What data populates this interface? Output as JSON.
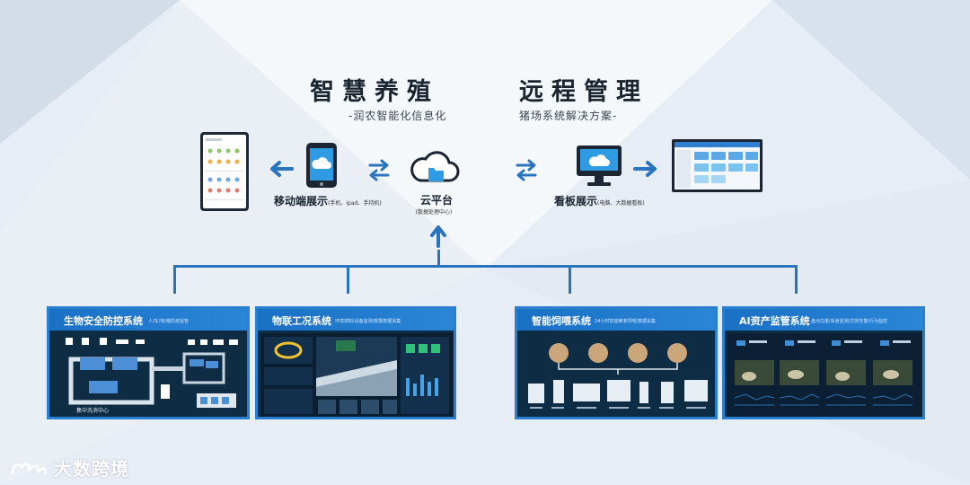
{
  "titles": {
    "left_title": "智慧养殖",
    "left_subtitle": "-润农智能化信息化",
    "right_title": "远程管理",
    "right_subtitle": "猪场系统解决方案-"
  },
  "nodes": {
    "mobile_label": "移动端展示",
    "mobile_note": "(手机、ipad、手持机)",
    "cloud_label": "云平台",
    "cloud_note": "(数据处理中心)",
    "dashboard_label": "看板展示",
    "dashboard_note": "(电脑、大数据看板)"
  },
  "panels": [
    {
      "title": "生物安全防控系统",
      "sub": "人/车/物/猪防疫监管",
      "inner": "集中洗消中心"
    },
    {
      "title": "物联工况系统",
      "sub": "环境感知/设备监测/报警数据采集",
      "inner": ""
    },
    {
      "title": "智能饲喂系统",
      "sub": "24小时智能精准饲喂/数据采集",
      "inner": ""
    },
    {
      "title": "AI资产监管系统",
      "sub": "盘点估重/采食监测/异常告警/行为监控",
      "inner": ""
    }
  ],
  "watermark": "大数跨境",
  "colors": {
    "accent": "#2a74bf",
    "panel_bg": "#0e2c44",
    "panel_border": "#2a7fd0"
  },
  "icons": [
    "phone-cloud-icon",
    "cloud-folder-icon",
    "monitor-cloud-icon",
    "arrow-left-icon",
    "arrow-right-icon",
    "arrow-up-icon",
    "swap-arrows-icon"
  ]
}
